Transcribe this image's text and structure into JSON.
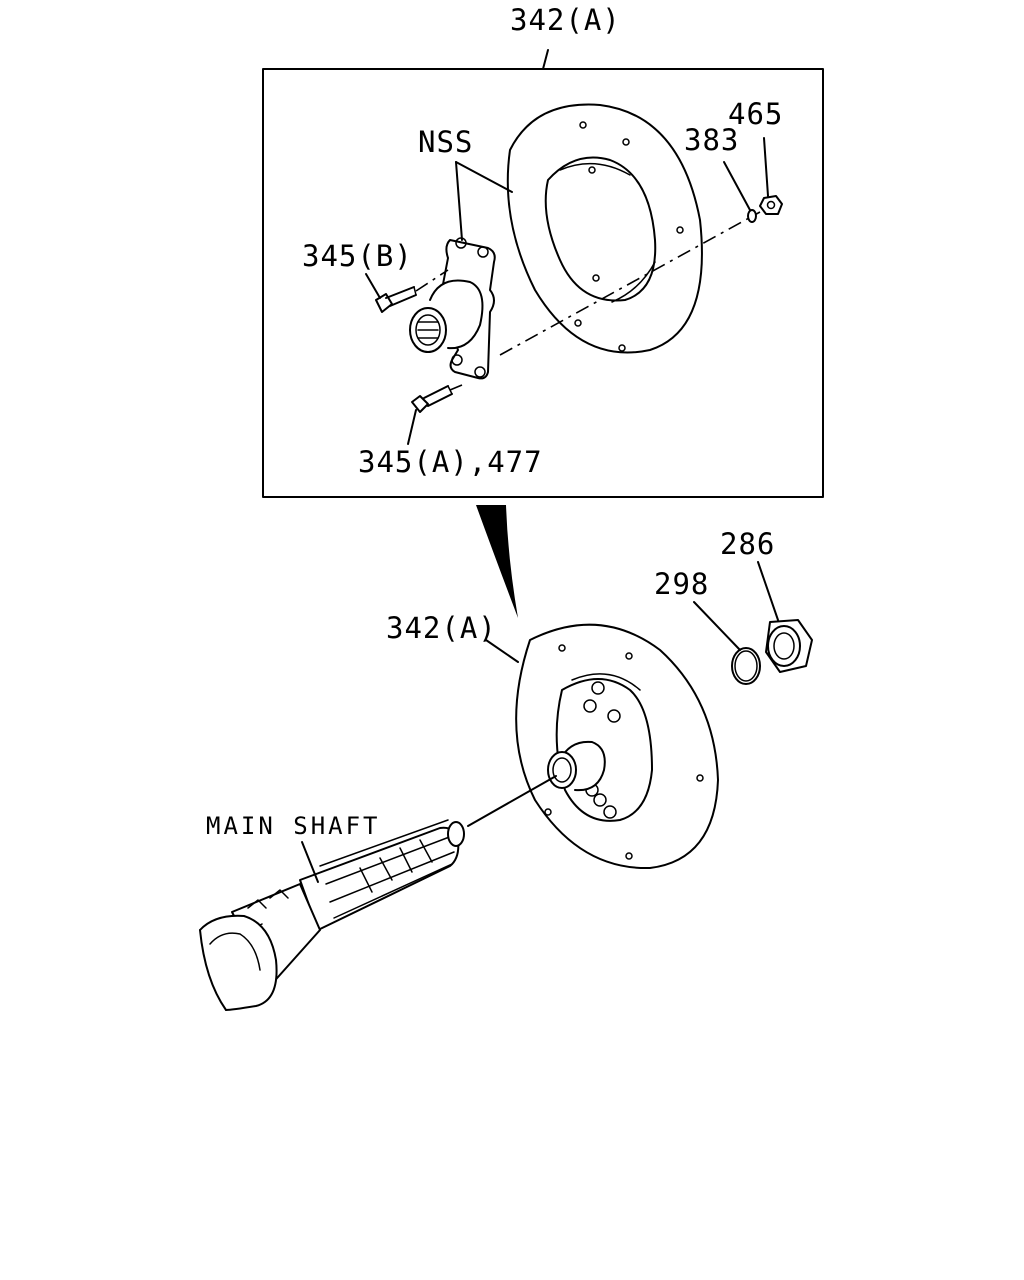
{
  "diagram": {
    "labels": {
      "top_assembly": "342(A)",
      "nss": "NSS",
      "nut_465": "465",
      "washer_383": "383",
      "bolt_345b": "345(B)",
      "bolt_345a": "345(A),477",
      "flange_342a": "342(A)",
      "oring_298": "298",
      "nut_286": "286",
      "main_shaft": "MAIN SHAFT"
    },
    "colors": {
      "line": "#000000",
      "background": "#ffffff"
    }
  }
}
